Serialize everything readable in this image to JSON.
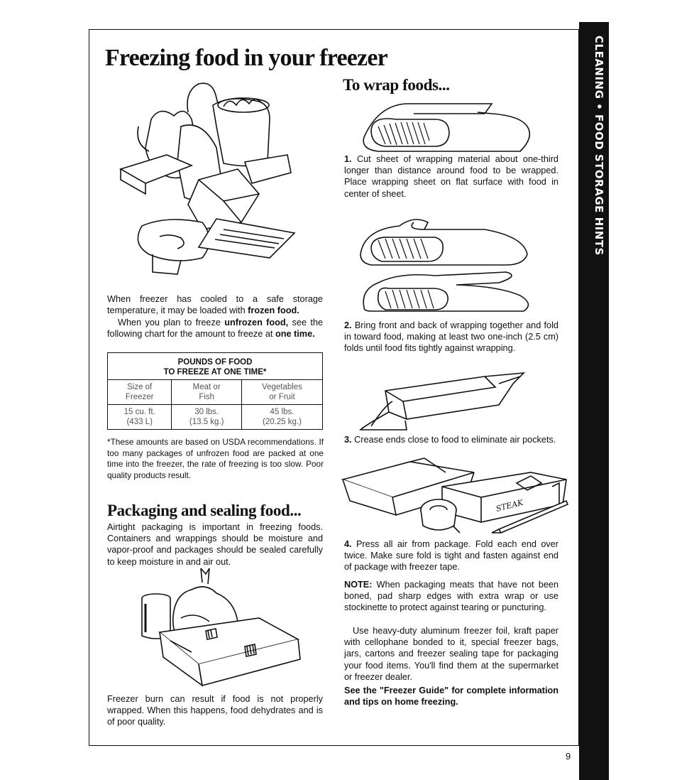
{
  "sidebar": {
    "label": "Cleaning • Food Storage Hints"
  },
  "title": "Freezing food in your freezer",
  "intro": {
    "p1_a": "When freezer has cooled to a safe storage temperature, it may be loaded with ",
    "p1_b": "frozen food.",
    "p2_a": "When you plan to freeze ",
    "p2_b": "unfrozen food,",
    "p2_c": " see the following chart for the amount to freeze at ",
    "p2_d": "one time."
  },
  "chart_table": {
    "header_line1": "POUNDS OF FOOD",
    "header_line2": "TO FREEZE AT ONE TIME*",
    "columns": [
      {
        "line1": "Size of",
        "line2": "Freezer"
      },
      {
        "line1": "Meat or",
        "line2": "Fish"
      },
      {
        "line1": "Vegetables",
        "line2": "or Fruit"
      }
    ],
    "row": [
      {
        "line1": "15 cu. ft.",
        "line2": "(433 L)"
      },
      {
        "line1": "30 lbs.",
        "line2": "(13.5 kg.)"
      },
      {
        "line1": "45 lbs.",
        "line2": "(20.25 kg.)"
      }
    ]
  },
  "footnote": "*These amounts are based on USDA recommendations. If too many packages of unfrozen food are packed at one time into the freezer, the rate of freezing is too slow. Poor quality products result.",
  "packaging": {
    "heading": "Packaging and sealing food...",
    "body": "Airtight packaging is important in freezing foods. Containers and wrappings should be moisture and vapor-proof and packages should be sealed carefully to keep moisture in and air out.",
    "burn": "Freezer burn can result if food is not properly wrapped. When this happens, food dehydrates and is of poor quality."
  },
  "wrap": {
    "heading": "To wrap foods...",
    "steps": [
      {
        "num": "1.",
        "text": "Cut sheet of wrapping material about one-third longer than distance around food to be wrapped. Place wrapping sheet on flat surface with food in center of sheet."
      },
      {
        "num": "2.",
        "text": "Bring front and back of wrapping together and fold in toward food, making at least two one-inch (2.5 cm) folds until food fits tightly against wrapping."
      },
      {
        "num": "3.",
        "text": "Crease ends close to food to eliminate air pockets."
      },
      {
        "num": "4.",
        "text": "Press all air from package. Fold each end over twice. Make sure fold is tight and fasten against end of package with freezer tape."
      }
    ],
    "note_label": "NOTE:",
    "note_text": " When packaging meats that have not been boned, pad sharp edges with extra wrap or use stockinette to protect against tearing or puncturing.",
    "materials": "Use heavy-duty aluminum freezer foil, kraft paper with cellophane bonded to it, special freezer bags, jars, cartons and freezer sealing tape for packaging your food items. You'll find them at the supermarket or freezer dealer.",
    "see_guide": "See the \"Freezer Guide\" for complete information and tips on home freezing.",
    "package_label": "STEAK"
  },
  "page_number": "9"
}
